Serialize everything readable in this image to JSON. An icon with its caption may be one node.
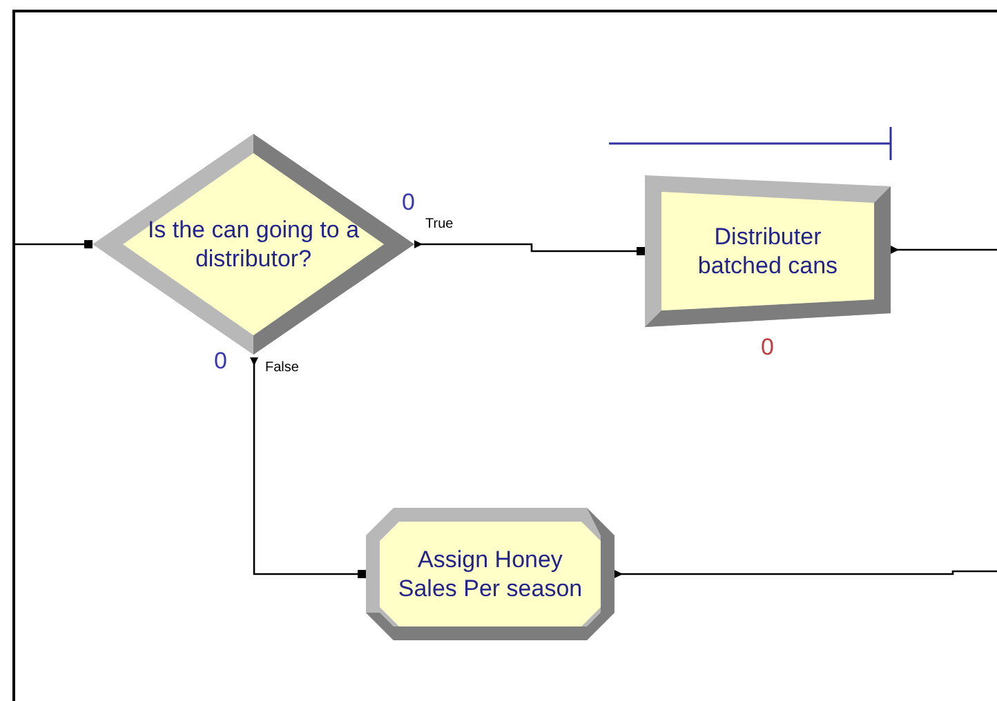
{
  "diagram": {
    "nodes": [
      {
        "text": [
          "Is the can going to a distributor?"
        ]
      },
      {
        "text": [
          "Distributer batched cans"
        ],
        "beside": [
          "0"
        ]
      },
      {
        "text": [
          "Assign Honey Sales Per season"
        ]
      }
    ],
    "edges": [
      {
        "from": null,
        "to": 0,
        "arrow": "other"
      },
      {
        "from": 0,
        "to": 1,
        "arrow": "other",
        "label": "True"
      },
      {
        "from": 0,
        "to": 2,
        "arrow": "other",
        "label": "False"
      },
      {
        "from": 1,
        "to": null,
        "arrow": "other"
      },
      {
        "from": 2,
        "to": null,
        "arrow": "other"
      }
    ],
    "labels": [
      "0",
      "0"
    ]
  }
}
